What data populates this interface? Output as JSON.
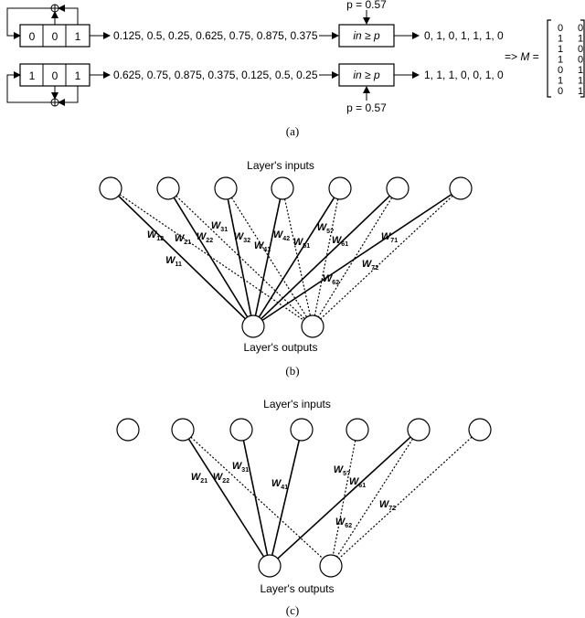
{
  "panel_a": {
    "lfsr1_bits": [
      "0",
      "0",
      "1"
    ],
    "lfsr2_bits": [
      "1",
      "0",
      "1"
    ],
    "seq1": "0.125, 0.5, 0.25, 0.625, 0.75, 0.875, 0.375",
    "seq2": "0.625, 0.75, 0.875, 0.375, 0.125, 0.5, 0.25",
    "comparator_label_in": "in",
    "comparator_label_op": " ≥ ",
    "comparator_label_p": "p",
    "p_label_top": "p = 0.57",
    "p_label_bottom": "p = 0.57",
    "out1": "0, 1, 0, 1, 1, 1, 0",
    "out2": "1, 1, 1, 0, 0, 1, 0",
    "matrix_prefix": "=> ",
    "matrix_symbol": "M",
    "matrix_eq": " =",
    "matrix_rows": [
      [
        "0",
        "0"
      ],
      [
        "1",
        "1"
      ],
      [
        "1",
        "0"
      ],
      [
        "1",
        "0"
      ],
      [
        "0",
        "1"
      ],
      [
        "1",
        "1"
      ],
      [
        "0",
        "1"
      ]
    ],
    "caption": "(a)"
  },
  "panel_b": {
    "inputs_label": "Layer's inputs",
    "outputs_label": "Layer's outputs",
    "caption": "(b)",
    "weights": [
      {
        "id": "w12",
        "main": "W",
        "sub": "12"
      },
      {
        "id": "w21",
        "main": "W",
        "sub": "21"
      },
      {
        "id": "w22",
        "main": "W",
        "sub": "22"
      },
      {
        "id": "w31",
        "main": "W",
        "sub": "31"
      },
      {
        "id": "w32",
        "main": "W",
        "sub": "32"
      },
      {
        "id": "w41",
        "main": "W",
        "sub": "41"
      },
      {
        "id": "w42",
        "main": "W",
        "sub": "42"
      },
      {
        "id": "w51",
        "main": "W",
        "sub": "51"
      },
      {
        "id": "w5?",
        "main": "W",
        "sub": "5?"
      },
      {
        "id": "w61",
        "main": "W",
        "sub": "61"
      },
      {
        "id": "w62",
        "main": "W",
        "sub": "62"
      },
      {
        "id": "w71",
        "main": "W",
        "sub": "71"
      },
      {
        "id": "w72",
        "main": "W",
        "sub": "72"
      },
      {
        "id": "w11",
        "main": "W",
        "sub": "11"
      }
    ]
  },
  "panel_c": {
    "inputs_label": "Layer's inputs",
    "outputs_label": "Layer's outputs",
    "caption": "(c)",
    "weights": [
      {
        "id": "w21",
        "main": "W",
        "sub": "21"
      },
      {
        "id": "w22",
        "main": "W",
        "sub": "22"
      },
      {
        "id": "w31",
        "main": "W",
        "sub": "31"
      },
      {
        "id": "w41",
        "main": "W",
        "sub": "41"
      },
      {
        "id": "w5?",
        "main": "W",
        "sub": "5?"
      },
      {
        "id": "w61",
        "main": "W",
        "sub": "61"
      },
      {
        "id": "w62",
        "main": "W",
        "sub": "62"
      },
      {
        "id": "w72",
        "main": "W",
        "sub": "72"
      }
    ]
  }
}
